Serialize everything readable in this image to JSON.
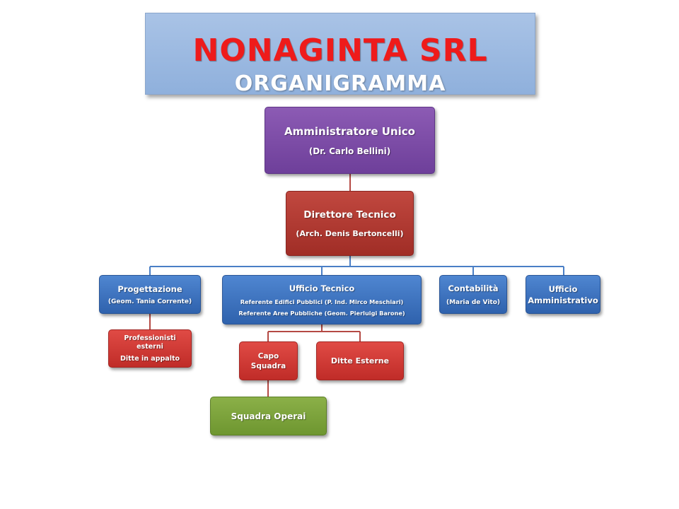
{
  "header": {
    "company": "NONAGINTA SRL",
    "subtitle": "ORGANIGRAMMA"
  },
  "nodes": {
    "amministratore": {
      "line1": "Amministratore Unico",
      "line2": "(Dr. Carlo Bellini)"
    },
    "direttore": {
      "line1": "Direttore Tecnico",
      "line2": "(Arch. Denis Bertoncelli)"
    },
    "progettazione": {
      "line1": "Progettazione",
      "line2": "(Geom. Tania Corrente)"
    },
    "ufficio_tecnico": {
      "line1": "Ufficio Tecnico",
      "line2": "Referente Edifici Pubblici (P. Ind. Mirco Meschiari)",
      "line3": "Referente Aree Pubbliche (Geom. Pierluigi Barone)"
    },
    "contabilita": {
      "line1": "Contabilità",
      "line2": "(Maria de Vito)"
    },
    "ufficio_amministrativo": {
      "line1": "Ufficio",
      "line2": "Amministrativo"
    },
    "professionisti": {
      "line1": "Professionisti",
      "line2": "esterni",
      "line3": "Ditte in  appalto"
    },
    "capo_squadra": {
      "line1": "Capo",
      "line2": "Squadra"
    },
    "ditte_esterne": {
      "line1": "Ditte Esterne"
    },
    "squadra_operai": {
      "line1": "Squadra Operai"
    }
  },
  "colors": {
    "title_red": "#ee1b1b",
    "purple": "#7b4aa6",
    "dark_red": "#b03a33",
    "blue": "#3b71bf",
    "red": "#d03a36",
    "green": "#7ea23c",
    "connector_blue": "#4a7fc6",
    "connector_red": "#b54a44"
  }
}
